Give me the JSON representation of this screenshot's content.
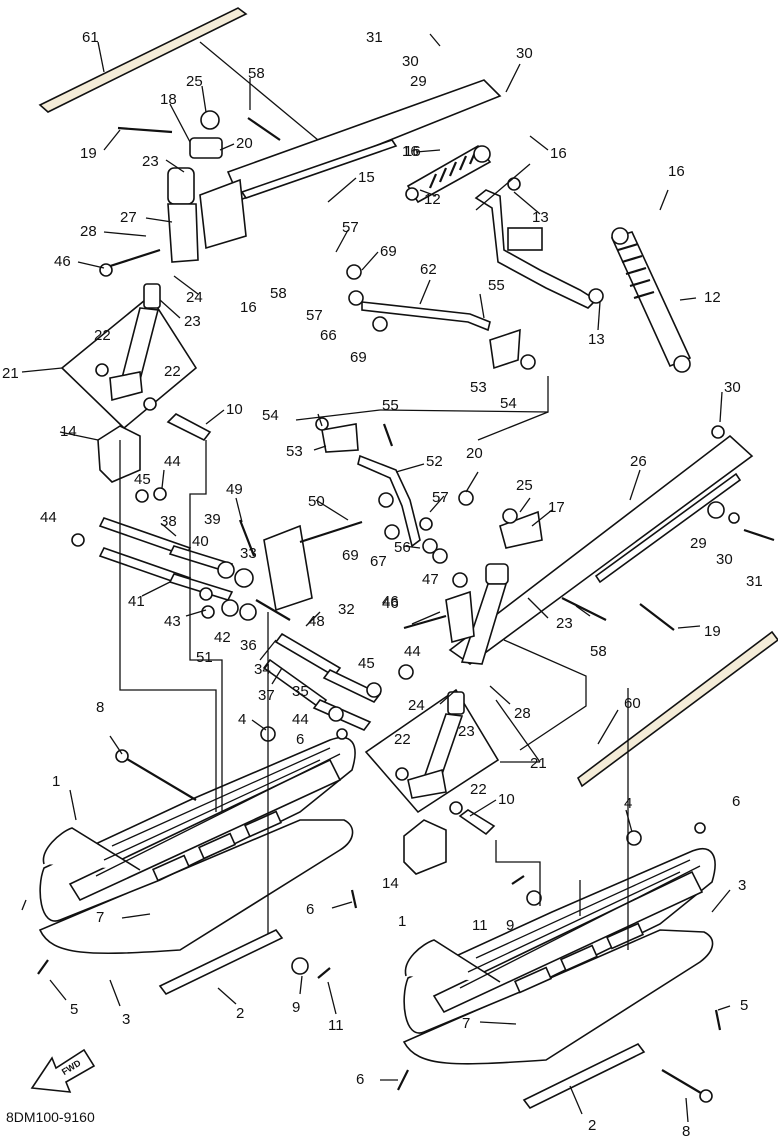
{
  "diagram_code": "8DM100-9160",
  "fwd_label": "FWD",
  "callouts": [
    "61",
    "25",
    "18",
    "58",
    "19",
    "20",
    "23",
    "27",
    "28",
    "46",
    "24",
    "23",
    "21",
    "22",
    "22",
    "14",
    "10",
    "15",
    "16",
    "12",
    "13",
    "16",
    "16",
    "12",
    "13",
    "57",
    "69",
    "62",
    "55",
    "58",
    "16",
    "57",
    "66",
    "69",
    "53",
    "54",
    "31",
    "30",
    "29",
    "30",
    "16",
    "54",
    "53",
    "55",
    "52",
    "20",
    "25",
    "17",
    "26",
    "30",
    "29",
    "30",
    "31",
    "45",
    "44",
    "44",
    "38",
    "49",
    "39",
    "40",
    "33",
    "41",
    "43",
    "42",
    "36",
    "51",
    "48",
    "50",
    "57",
    "69",
    "47",
    "56",
    "67",
    "32",
    "34",
    "35",
    "37",
    "46",
    "45",
    "44",
    "44",
    "46",
    "23",
    "58",
    "19",
    "28",
    "24",
    "23",
    "60",
    "8",
    "4",
    "6",
    "1",
    "7",
    "5",
    "3",
    "2",
    "9",
    "11",
    "6",
    "22",
    "21",
    "22",
    "10",
    "14",
    "11",
    "9",
    "4",
    "6",
    "3",
    "1",
    "5",
    "7",
    "6",
    "2",
    "8"
  ]
}
